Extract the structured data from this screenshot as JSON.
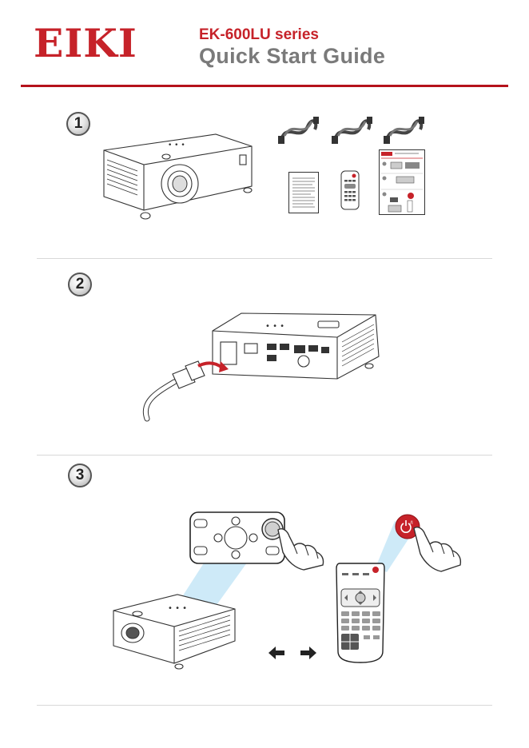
{
  "header": {
    "brand_logo": "EIKI",
    "series_title": "EK-600LU series",
    "guide_title": "Quick Start Guide"
  },
  "steps": [
    {
      "number": "1"
    },
    {
      "number": "2"
    },
    {
      "number": "3"
    }
  ],
  "colors": {
    "brand_red": "#c62229",
    "header_rule": "#b5121b",
    "title_gray": "#7a7a7a"
  },
  "icons": [
    "projector-illustration",
    "power-cable-icon",
    "manual-sheet-icon",
    "remote-control-icon",
    "quick-guide-sheet-icon",
    "power-plug-icon",
    "control-panel-icon",
    "hand-pointer-icon",
    "power-button-icon",
    "arrow-left-icon",
    "arrow-right-icon"
  ]
}
